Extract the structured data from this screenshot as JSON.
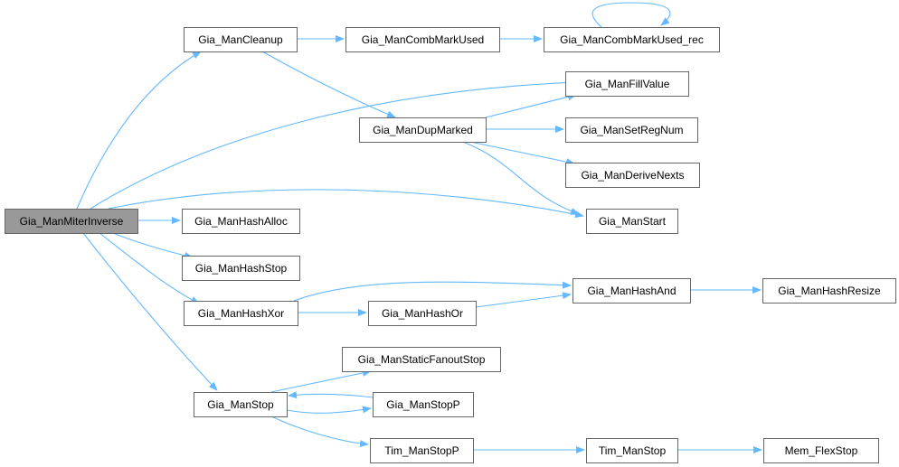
{
  "colors": {
    "edge": "#63b8ff",
    "node_fill": "#ffffff",
    "node_border": "#666666",
    "root_fill": "#999999"
  },
  "graph": {
    "root": "Gia_ManMiterInverse",
    "nodes": [
      {
        "id": "miter",
        "label": "Gia_ManMiterInverse"
      },
      {
        "id": "cleanup",
        "label": "Gia_ManCleanup"
      },
      {
        "id": "combmark",
        "label": "Gia_ManCombMarkUsed"
      },
      {
        "id": "combmarkrec",
        "label": "Gia_ManCombMarkUsed_rec"
      },
      {
        "id": "fillvalue",
        "label": "Gia_ManFillValue"
      },
      {
        "id": "dupmarked",
        "label": "Gia_ManDupMarked"
      },
      {
        "id": "setregnum",
        "label": "Gia_ManSetRegNum"
      },
      {
        "id": "derivenexts",
        "label": "Gia_ManDeriveNexts"
      },
      {
        "id": "start",
        "label": "Gia_ManStart"
      },
      {
        "id": "hashalloc",
        "label": "Gia_ManHashAlloc"
      },
      {
        "id": "hashstop",
        "label": "Gia_ManHashStop"
      },
      {
        "id": "hashxor",
        "label": "Gia_ManHashXor"
      },
      {
        "id": "hashor",
        "label": "Gia_ManHashOr"
      },
      {
        "id": "hashand",
        "label": "Gia_ManHashAnd"
      },
      {
        "id": "hashresize",
        "label": "Gia_ManHashResize"
      },
      {
        "id": "staticfanout",
        "label": "Gia_ManStaticFanoutStop"
      },
      {
        "id": "stop",
        "label": "Gia_ManStop"
      },
      {
        "id": "stopp",
        "label": "Gia_ManStopP"
      },
      {
        "id": "timstopp",
        "label": "Tim_ManStopP"
      },
      {
        "id": "timstop",
        "label": "Tim_ManStop"
      },
      {
        "id": "memflex",
        "label": "Mem_FlexStop"
      }
    ],
    "edges": [
      {
        "from": "miter",
        "to": "cleanup"
      },
      {
        "from": "miter",
        "to": "fillvalue"
      },
      {
        "from": "miter",
        "to": "start"
      },
      {
        "from": "miter",
        "to": "hashalloc"
      },
      {
        "from": "miter",
        "to": "hashstop"
      },
      {
        "from": "miter",
        "to": "hashxor"
      },
      {
        "from": "miter",
        "to": "stop"
      },
      {
        "from": "cleanup",
        "to": "combmark"
      },
      {
        "from": "cleanup",
        "to": "dupmarked"
      },
      {
        "from": "combmark",
        "to": "combmarkrec"
      },
      {
        "from": "combmarkrec",
        "to": "combmarkrec"
      },
      {
        "from": "dupmarked",
        "to": "fillvalue"
      },
      {
        "from": "dupmarked",
        "to": "setregnum"
      },
      {
        "from": "dupmarked",
        "to": "derivenexts"
      },
      {
        "from": "dupmarked",
        "to": "start"
      },
      {
        "from": "hashxor",
        "to": "hashand"
      },
      {
        "from": "hashxor",
        "to": "hashor"
      },
      {
        "from": "hashor",
        "to": "hashand"
      },
      {
        "from": "hashand",
        "to": "hashresize"
      },
      {
        "from": "stop",
        "to": "staticfanout"
      },
      {
        "from": "stop",
        "to": "stopp"
      },
      {
        "from": "stopp",
        "to": "stop"
      },
      {
        "from": "stop",
        "to": "timstopp"
      },
      {
        "from": "timstopp",
        "to": "timstop"
      },
      {
        "from": "timstop",
        "to": "memflex"
      }
    ]
  }
}
